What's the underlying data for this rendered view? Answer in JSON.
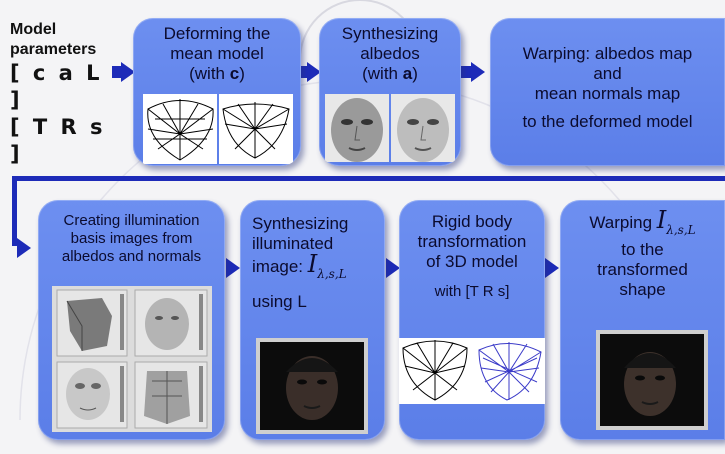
{
  "params": {
    "label_line1": "Model",
    "label_line2": "parameters",
    "vec1": "[ c a L ]",
    "vec2": "[ T R s ]"
  },
  "boxes": {
    "deform": {
      "line1": "Deforming the",
      "line2": "mean model",
      "line3a": "(with ",
      "line3b": "c",
      "line3c": ")"
    },
    "albedo": {
      "line1": "Synthesizing",
      "line2": "albedos",
      "line3a": "(with ",
      "line3b": "a",
      "line3c": ")"
    },
    "warp1": {
      "line1": "Warping: albedos map",
      "line2": "and",
      "line3": "mean normals map",
      "line4": "to the deformed model"
    },
    "illum": {
      "line1": "Creating illumination",
      "line2": "basis images from",
      "line3": "albedos and normals"
    },
    "synth": {
      "line1": "Synthesizing",
      "line2": "illuminated",
      "line3": "image:",
      "line4": "using L"
    },
    "rigid": {
      "line1": "Rigid body",
      "line2": "transformation",
      "line3": "of 3D model",
      "line4": "with [T R s]"
    },
    "warp2": {
      "line1": "Warping",
      "line2": "to the",
      "line3": "transformed",
      "line4": "shape"
    }
  },
  "symbol": {
    "base": "I",
    "sub": "λ,s,L"
  },
  "colors": {
    "box": "#5f82ea",
    "arrow": "#1d2bb8",
    "background": "#f4f4f6"
  }
}
